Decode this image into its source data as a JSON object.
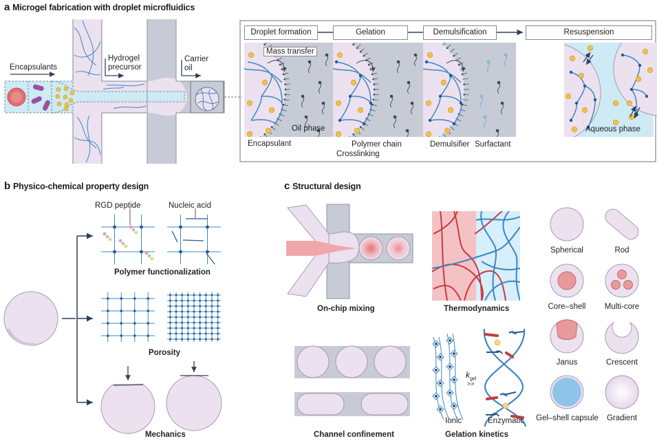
{
  "colors": {
    "gel_pink": "#ece1ef",
    "gel_outline": "#a59ab0",
    "aqueous_blue": "#cdeaf5",
    "oil_gray": "#c7cbd6",
    "polymer_blue": "#3a87c3",
    "crosslink_dark": "#24598f",
    "encapsulant_yellow": "#f0c14a",
    "cell_red": "#e07070",
    "bacteria_purple": "#9a4fa0",
    "core_red": "#e89a9a",
    "capsule_blue": "#8fc3ea",
    "arrow_navy": "#2f3f5c"
  },
  "panel_a": {
    "letter": "a",
    "title": "Microgel fabrication with droplet microfluidics",
    "labels": {
      "encapsulants": "Encapsulants",
      "hydrogel_precursor_1": "Hydrogel",
      "hydrogel_precursor_2": "precursor",
      "carrier_oil_1": "Carrier",
      "carrier_oil_2": "oil"
    },
    "steps": [
      {
        "label": "Droplet formation"
      },
      {
        "label": "Gelation"
      },
      {
        "label": "Demulsification"
      },
      {
        "label": "Resuspension"
      }
    ],
    "annotations": {
      "mass_transfer": "Mass transfer",
      "oil_phase": "Oil phase",
      "encapsulant": "Encapsulant",
      "polymer_chain": "Polymer chain",
      "crosslinking": "Crosslinking",
      "demulsifier": "Demulsifier",
      "surfactant": "Surfactant",
      "aqueous_phase": "Aqueous phase"
    }
  },
  "panel_b": {
    "letter": "b",
    "title": "Physico-chemical property design",
    "labels": {
      "rgd_peptide": "RGD peptide",
      "nucleic_acid": "Nucleic acid",
      "polymer_functionalization": "Polymer functionalization",
      "porosity": "Porosity",
      "mechanics": "Mechanics"
    }
  },
  "panel_c": {
    "letter": "c",
    "title": "Structural design",
    "labels": {
      "on_chip_mixing": "On-chip mixing",
      "thermodynamics": "Thermodynamics",
      "channel_confinement": "Channel confinement",
      "gelation_kinetics": "Gelation kinetics",
      "ionic": "Ionic",
      "enzymatic": "Enzymatic",
      "k": "k",
      "k_sub": "gel",
      "much_greater": ">>"
    },
    "shapes": [
      {
        "label": "Spherical"
      },
      {
        "label": "Rod"
      },
      {
        "label": "Core–shell"
      },
      {
        "label": "Multi-core"
      },
      {
        "label": "Janus"
      },
      {
        "label": "Crescent"
      },
      {
        "label": "Gel–shell capsule"
      },
      {
        "label": "Gradient"
      }
    ]
  }
}
